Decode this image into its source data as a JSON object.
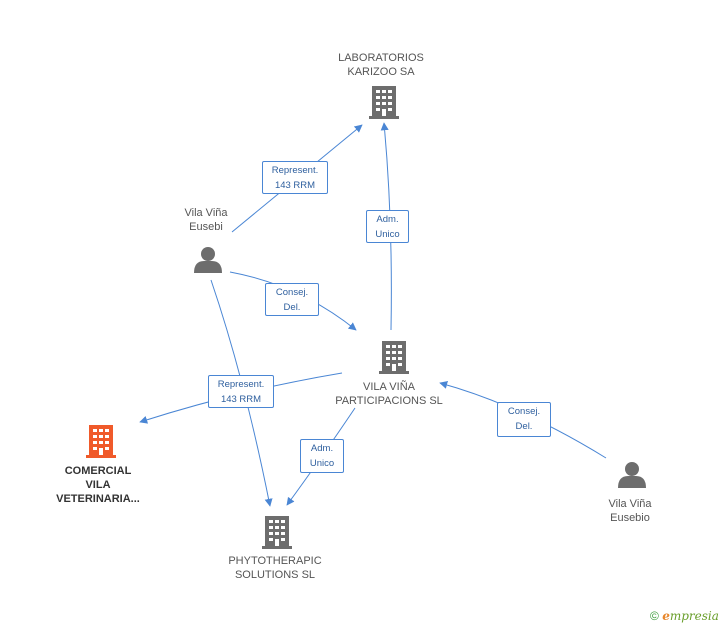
{
  "nodes": {
    "laboratorios": {
      "line1": "LABORATORIOS",
      "line2": "KARIZOO SA"
    },
    "vila_participacions": {
      "line1": "VILA VIÑA",
      "line2": "PARTICIPACIONS SL"
    },
    "comercial": {
      "line1": "COMERCIAL",
      "line2": "VILA",
      "line3": "VETERINARIA..."
    },
    "phytotherapic": {
      "line1": "PHYTOTHERAPIC",
      "line2": "SOLUTIONS  SL"
    },
    "vila_eusebi": {
      "line1": "Vila Viña",
      "line2": "Eusebi"
    },
    "vila_eusebio": {
      "line1": "Vila Viña",
      "line2": "Eusebio"
    }
  },
  "edges": {
    "represent_top": {
      "line1": "Represent.",
      "line2": "143 RRM"
    },
    "adm_unico_right": {
      "line1": "Adm.",
      "line2": "Unico"
    },
    "consej_left": {
      "line1": "Consej.",
      "line2": "Del."
    },
    "represent_bottom": {
      "line1": "Represent.",
      "line2": "143 RRM"
    },
    "adm_unico_bottom": {
      "line1": "Adm.",
      "line2": "Unico"
    },
    "consej_right": {
      "line1": "Consej.",
      "line2": "Del."
    }
  },
  "footer": {
    "copyright": "©",
    "brand_initial": "e",
    "brand_rest": "mpresia"
  },
  "colors": {
    "edge": "#4a86d4",
    "building": "#6d6d6d",
    "building_highlight": "#f05a2a",
    "person": "#6d6d6d"
  },
  "icons": {
    "company": "building-icon",
    "person": "person-icon"
  }
}
